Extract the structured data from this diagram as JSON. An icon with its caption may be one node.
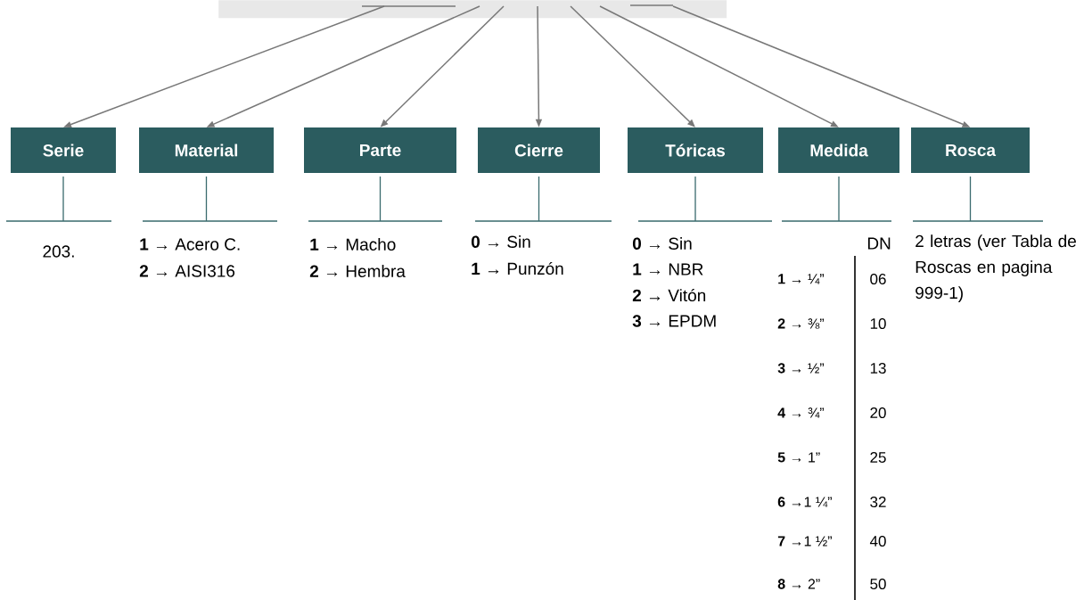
{
  "diagram": {
    "nodes": [
      {
        "text": [],
        "shape": "box"
      },
      {
        "text": [
          "Serie"
        ]
      },
      {
        "text": [
          "Material"
        ]
      },
      {
        "text": [
          "Parte"
        ]
      },
      {
        "text": [
          "Cierre"
        ]
      },
      {
        "text": [
          "Tóricas"
        ]
      },
      {
        "text": [
          "Medida"
        ]
      },
      {
        "text": [
          "Rosca"
        ]
      }
    ],
    "edges": [
      {
        "from": 0,
        "to": 1,
        "arrow": "to"
      },
      {
        "from": 0,
        "to": 2,
        "arrow": "to"
      },
      {
        "from": 0,
        "to": 3,
        "arrow": "to"
      },
      {
        "from": 0,
        "to": 4,
        "arrow": "to"
      },
      {
        "from": 0,
        "to": 5,
        "arrow": "to"
      },
      {
        "from": 0,
        "to": 6,
        "arrow": "to"
      },
      {
        "from": 0,
        "to": 7,
        "arrow": "to"
      }
    ],
    "labels": [
      "203.",
      "**1** → Acero C.",
      "**2** → AISI316",
      "**1** → Macho",
      "**2** → Hembra",
      "**0** → Sin",
      "**1** → Punzón",
      "**0** → Sin",
      "**1** → NBR",
      "**2** → Vitón",
      "**3** → EPDM",
      "DN",
      "**1** → ¼”",
      "06",
      "**2** → ⅜”",
      "10",
      "**3** → ½”",
      "13",
      "**4** → ¾”",
      "20",
      "**5** →  1”",
      "25",
      "**6** →1 ¼”",
      "32",
      "**7** →1 ½”",
      "40",
      "**8** → 2”",
      "50",
      "2 letras (ver Tabla de Roscas en pagina 999-1)"
    ]
  }
}
